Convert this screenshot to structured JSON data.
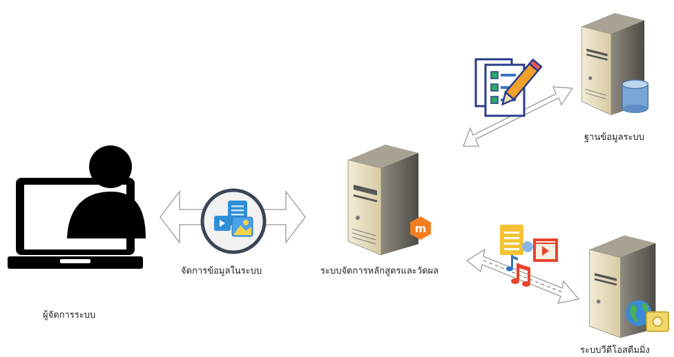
{
  "labels": {
    "admin": "ผู้จัดการระบบ",
    "manage": "จัดการข้อมูลในระบบ",
    "lms": "ระบบจัดการหลักสูตรและวัดผล",
    "database": "ฐานข้อมูลระบบ",
    "video": "ระบบวีดีโอสตีมมิ่ง"
  },
  "colors": {
    "server_body": "#e6dcc0",
    "server_dark": "#4a4a4a",
    "moodle_orange": "#f47d20",
    "admin_black": "#000000",
    "doc_blue": "#3a78c2",
    "doc_green": "#2fa86a",
    "pencil_orange": "#f2a12a",
    "media_red": "#e8432c",
    "media_yellow": "#f6c233"
  }
}
